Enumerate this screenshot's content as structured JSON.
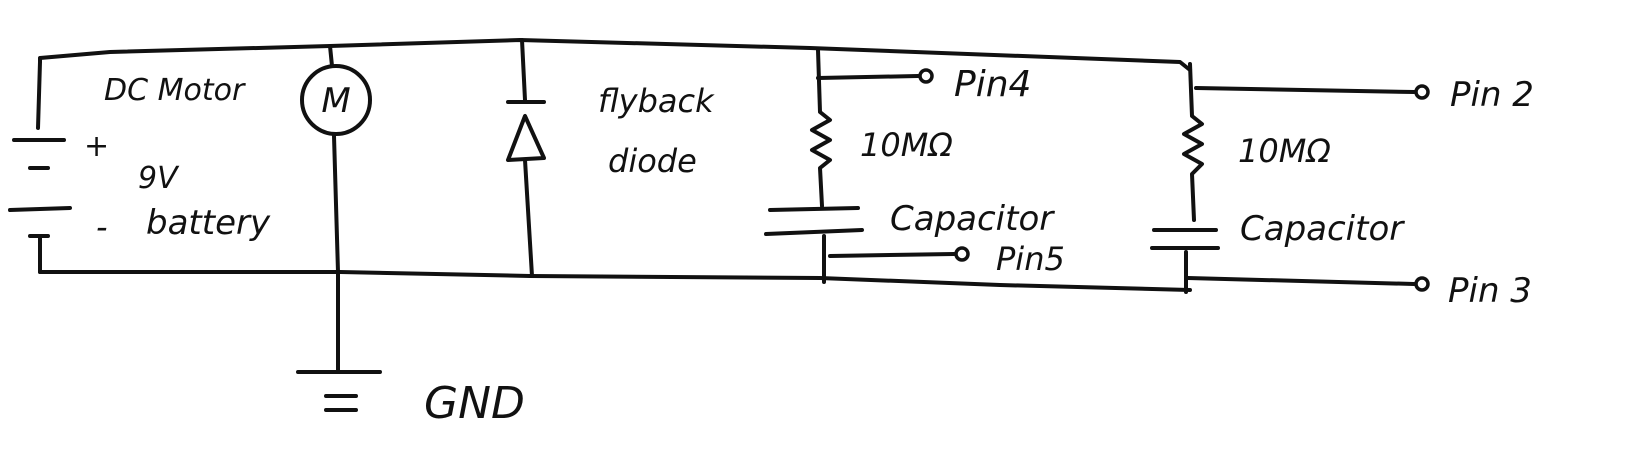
{
  "diagram": {
    "battery": {
      "plus_sign": "+",
      "minus_sign": "-",
      "voltage": "9V",
      "label": "battery"
    },
    "motor": {
      "label": "DC Motor",
      "symbol": "M"
    },
    "diode": {
      "label_line1": "flyback",
      "label_line2": "diode"
    },
    "ground": {
      "label": "GND"
    },
    "branch_1": {
      "resistor_label": "10MΩ",
      "capacitor_label": "Capacitor",
      "top_pin": "Pin4",
      "bottom_pin": "Pin5"
    },
    "branch_2": {
      "resistor_label": "10MΩ",
      "capacitor_label": "Capacitor",
      "top_pin": "Pin 2",
      "bottom_pin": "Pin 3"
    },
    "colors": {
      "ink": "#111111",
      "paper": "#ffffff"
    }
  }
}
